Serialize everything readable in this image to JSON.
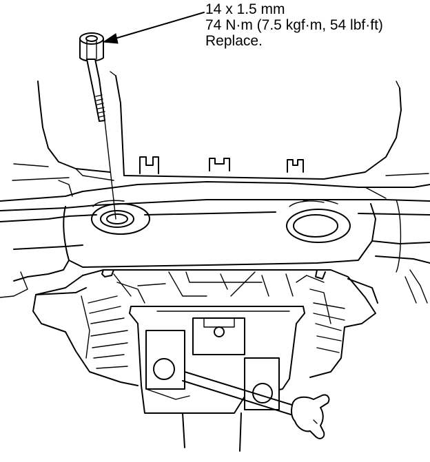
{
  "callout": {
    "size": "14 x 1.5 mm",
    "torque": "74 N·m (7.5 kgf·m, 54 lbf·ft)",
    "note": "Replace."
  },
  "components": {
    "bolt": "mounting-bolt",
    "frame": "subframe-crossmember",
    "mount": "engine-mount"
  }
}
